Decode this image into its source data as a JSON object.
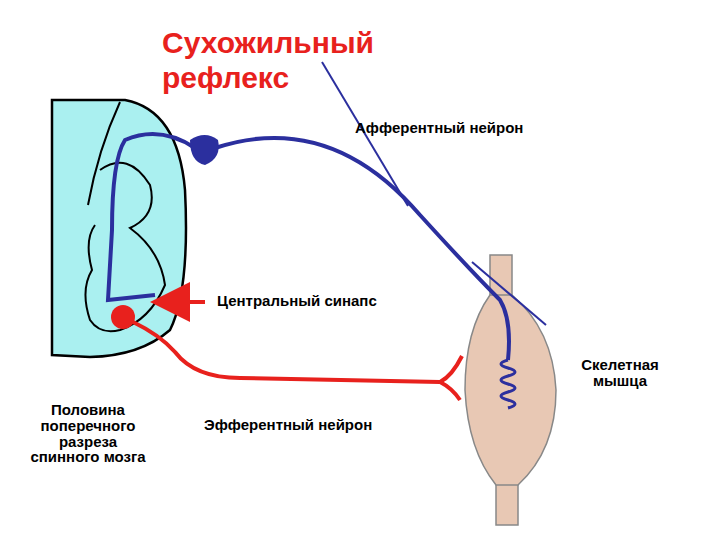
{
  "diagram": {
    "title": "Сухожильный рефлекс",
    "labels": [
      "Афферентный нейрон",
      "Центральный синапс",
      "Скелетная мышца",
      "Половина поперечного разреза спинного мозга",
      "Эфферентный нейрон"
    ]
  }
}
